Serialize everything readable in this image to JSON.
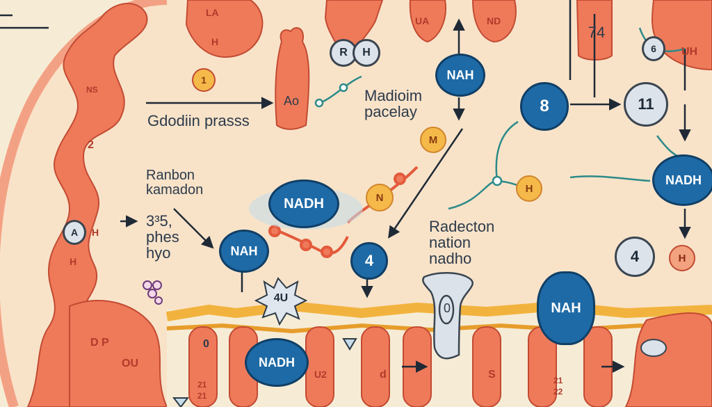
{
  "colors": {
    "background": "#f6ecd6",
    "cell_wall": "#f3a184",
    "protein": "#ef7a5a",
    "protein_outline": "#c24a32",
    "membrane_head": "#f2b33e",
    "nadh_blue": "#1e6aa6",
    "arrow": "#1f2a36",
    "teal": "#2c8a88"
  },
  "labels": {
    "godoin": "Gdodiin prasss",
    "madioim": "Madioim\npacelay",
    "ranbon": "Ranbon\nkamadon",
    "phes": "3³5,\nphes\nhyo",
    "radecton": "Radecton\nnation\nnadho"
  },
  "nodes": {
    "nah_top": "NAH",
    "nadh_mid": "NADH",
    "nah_left": "NAH",
    "four_center": "4",
    "eight": "8",
    "eleven": "11",
    "nadh_right": "NADH",
    "four_right": "4",
    "nah_lower": "NAH",
    "nadh_bottom": "NADH",
    "ao": "Ao",
    "rh_r": "R",
    "rh_h": "H",
    "m_small": "M",
    "n_small": "N",
    "h_small": "H",
    "h_right": "H",
    "four_u": "4U",
    "one_small": "1",
    "six_small": "6",
    "a_small": "A",
    "zero": "0",
    "seven_four": "74"
  },
  "tags": {
    "la": "LA",
    "h_top": "H",
    "ns": "NS",
    "two": "2",
    "h_left": "H",
    "h_left2": "H",
    "dp": "D P",
    "ou": "OU",
    "ua": "UA",
    "nd": "ND",
    "uh": "UH",
    "u2": "U2",
    "d": "d",
    "s": "S",
    "zero_mem": "0",
    "n21a": "21",
    "n21b": "21",
    "n21c": "21",
    "n22": "22"
  }
}
